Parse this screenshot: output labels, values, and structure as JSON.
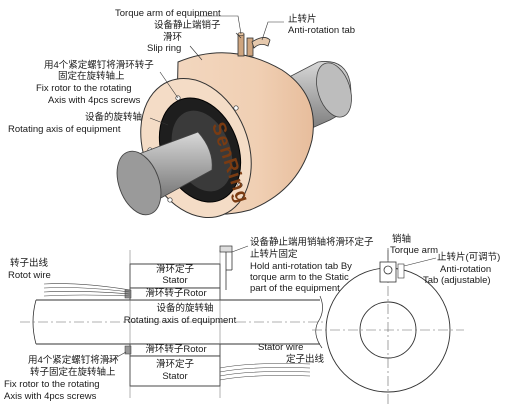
{
  "top": {
    "torque_arm_en": "Torque arm of equipment",
    "pin_cn": "设备静止端销子",
    "slip_ring_cn": "滑环",
    "slip_ring_en": "Slip ring",
    "tab_cn": "止转片",
    "tab_en": "Anti-rotation tab",
    "screws_cn_1": "用4个紧定螺钉将滑环转子",
    "screws_cn_2": "固定在旋转轴上",
    "screws_en_1": "Fix rotor to the rotating",
    "screws_en_2": "Axis with 4pcs screws",
    "axis_cn": "设备的旋转轴",
    "axis_en": "Rotating axis of equipment",
    "brand": "SenRing"
  },
  "bottom": {
    "rotor_wire_cn": "转子出线",
    "rotor_wire_en": "Rotot wire",
    "stator_cn": "滑环定子",
    "stator_en": "Stator",
    "rotor_cn": "滑环转子Rotor",
    "axis_cn": "设备的旋转轴",
    "axis_en": "Rotating axis of equipment",
    "stator2_cn": "滑环定子",
    "stator2_en": "Stator",
    "screws_cn_1": "用4个紧定螺钉将滑环",
    "screws_cn_2": "转子固定在旋转轴上",
    "screws_en_1": "Fix rotor to the rotating",
    "screws_en_2": "Axis with 4pcs screws",
    "hold_cn_1": "设备静止端用销轴将滑环定子",
    "hold_cn_2": "止转片固定",
    "hold_en_1": "Hold anti-rotation tab By",
    "hold_en_2": "torque arm to the Static",
    "hold_en_3": "part of the equipment",
    "stator_wire_en": "Stator wire",
    "stator_wire_cn": "定子出线",
    "pin_cn": "销轴",
    "pin_en": "Torque arm",
    "tab_cn": "止转片(可调节)",
    "tab_en_1": "Anti-rotation",
    "tab_en_2": "Tab (adjustable)"
  }
}
